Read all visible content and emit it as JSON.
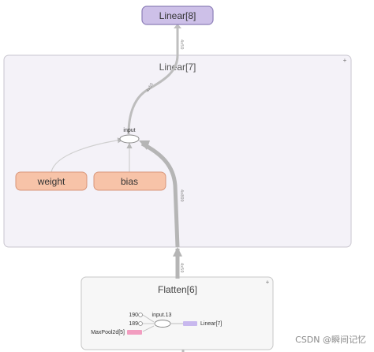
{
  "graph": {
    "top_node": {
      "label": "Linear[8]",
      "fill": "#cdc0e8",
      "stroke": "#8d7fb8"
    },
    "linear7_group": {
      "label": "Linear[7]",
      "fill": "#f4f2f8",
      "stroke": "#c9c6cf"
    },
    "op_node": {
      "label": "input"
    },
    "weight_node": {
      "label": "weight",
      "fill": "#f7c3a8",
      "stroke": "#d9967a"
    },
    "bias_node": {
      "label": "bias",
      "fill": "#f7c3a8",
      "stroke": "#d9967a"
    },
    "flatten_group": {
      "label": "Flatten[6]",
      "fill": "#f7f7f7",
      "stroke": "#c7c7c7"
    },
    "flatten_inner": {
      "op_label": "input.13",
      "inputs": [
        "190",
        "189"
      ],
      "maxpool_label": "MaxPool2d[5]",
      "maxpool_color": "#f29dc0",
      "output_label": "Linear[7]",
      "output_color": "#c8b8ee"
    },
    "edge_labels": {
      "top_in": "4x50",
      "op_out": "4x50",
      "flatten_out": "4x800",
      "flatten_in": "4x50"
    }
  },
  "watermark": "CSDN @瞬间记忆"
}
